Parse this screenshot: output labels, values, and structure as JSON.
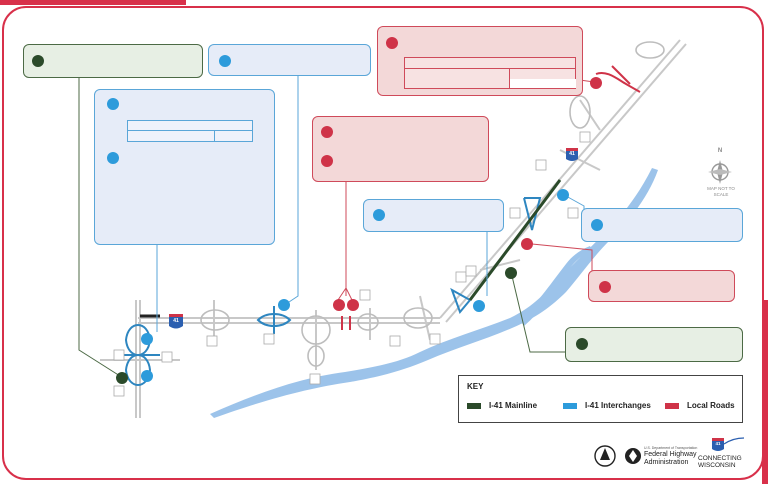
{
  "map": {
    "key_title": "KEY",
    "legend": [
      {
        "label": "I-41 Mainline",
        "color": "#2b4a2a"
      },
      {
        "label": "I-41 Interchanges",
        "color": "#2d9bdb"
      },
      {
        "label": "Local Roads",
        "color": "#cf3348"
      }
    ],
    "highway_shield": "41",
    "compass": {
      "north": "N",
      "scale_note": "MAP NOT TO SCALE"
    },
    "colors": {
      "accent": "#d8304a",
      "water": "#9cc3ea",
      "road": "#c9c9c9"
    }
  },
  "logos": {
    "fhwa_small": "U.S. Department of Transportation",
    "fhwa_line1": "Federal Highway",
    "fhwa_line2": "Administration",
    "cw_line1": "CONNECTING",
    "cw_line2": "WISCONSIN",
    "cw_shield": "41"
  }
}
